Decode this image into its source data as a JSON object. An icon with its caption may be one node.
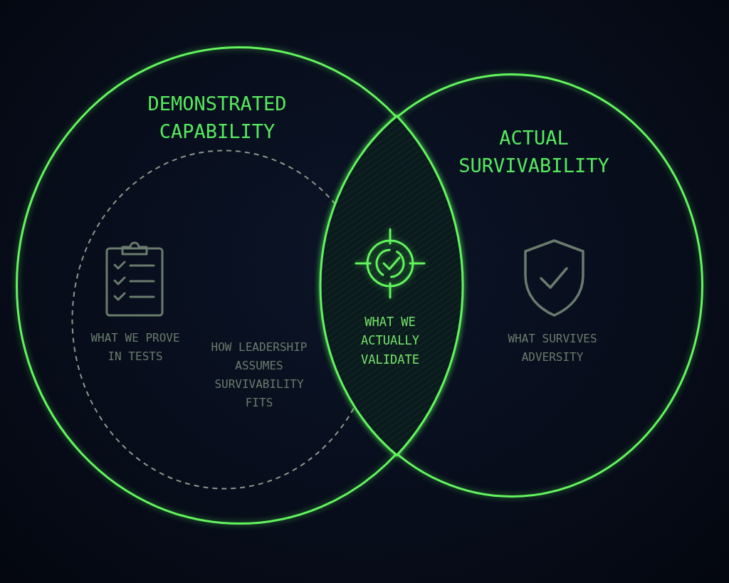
{
  "diagram": {
    "nodes": [
      {
        "text": [
          "DEMONSTRATED CAPABILITY"
        ]
      },
      {
        "text": [
          "ACTUAL SURVIVABILITY"
        ]
      },
      {
        "text": [
          "HOW LEADERSHIP ASSUMES SURVIVABILITY FITS"
        ],
        "in": 0
      },
      {
        "text": [
          "WHAT WE ACTUALLY VALIDATE"
        ]
      }
    ],
    "labels": [
      "WHAT WE PROVE IN TESTS",
      "WHAT SURVIVES ADVERSITY"
    ]
  }
}
